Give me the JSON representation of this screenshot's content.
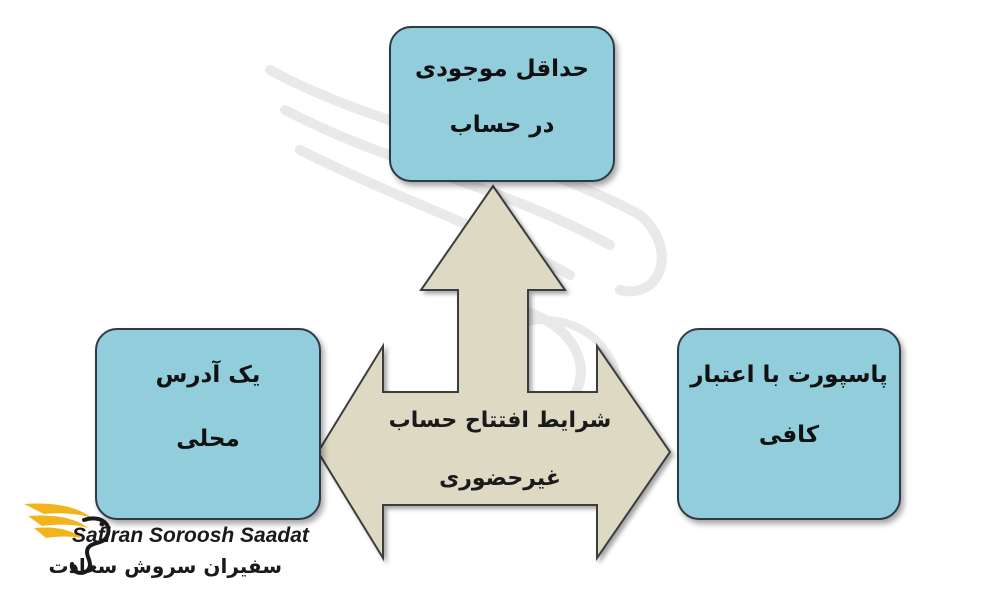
{
  "diagram": {
    "top_box": {
      "line1": "حداقل موجودی",
      "line2": "در حساب"
    },
    "left_box": {
      "line1": "یک آدرس",
      "line2": "محلی"
    },
    "right_box": {
      "line1": "پاسپورت با اعتبار",
      "line2": "کافی"
    },
    "center": {
      "line1": "شرایط افتتاح حساب",
      "line2": "غیرحضوری"
    }
  },
  "brand": {
    "name_en": "Safiran Soroosh Saadat",
    "name_fa": "سفیران سروش سعادت"
  },
  "colors": {
    "box_fill": "#92cddc",
    "arrow_fill": "#ddd9c3",
    "logo_gold": "#f2b31b"
  }
}
